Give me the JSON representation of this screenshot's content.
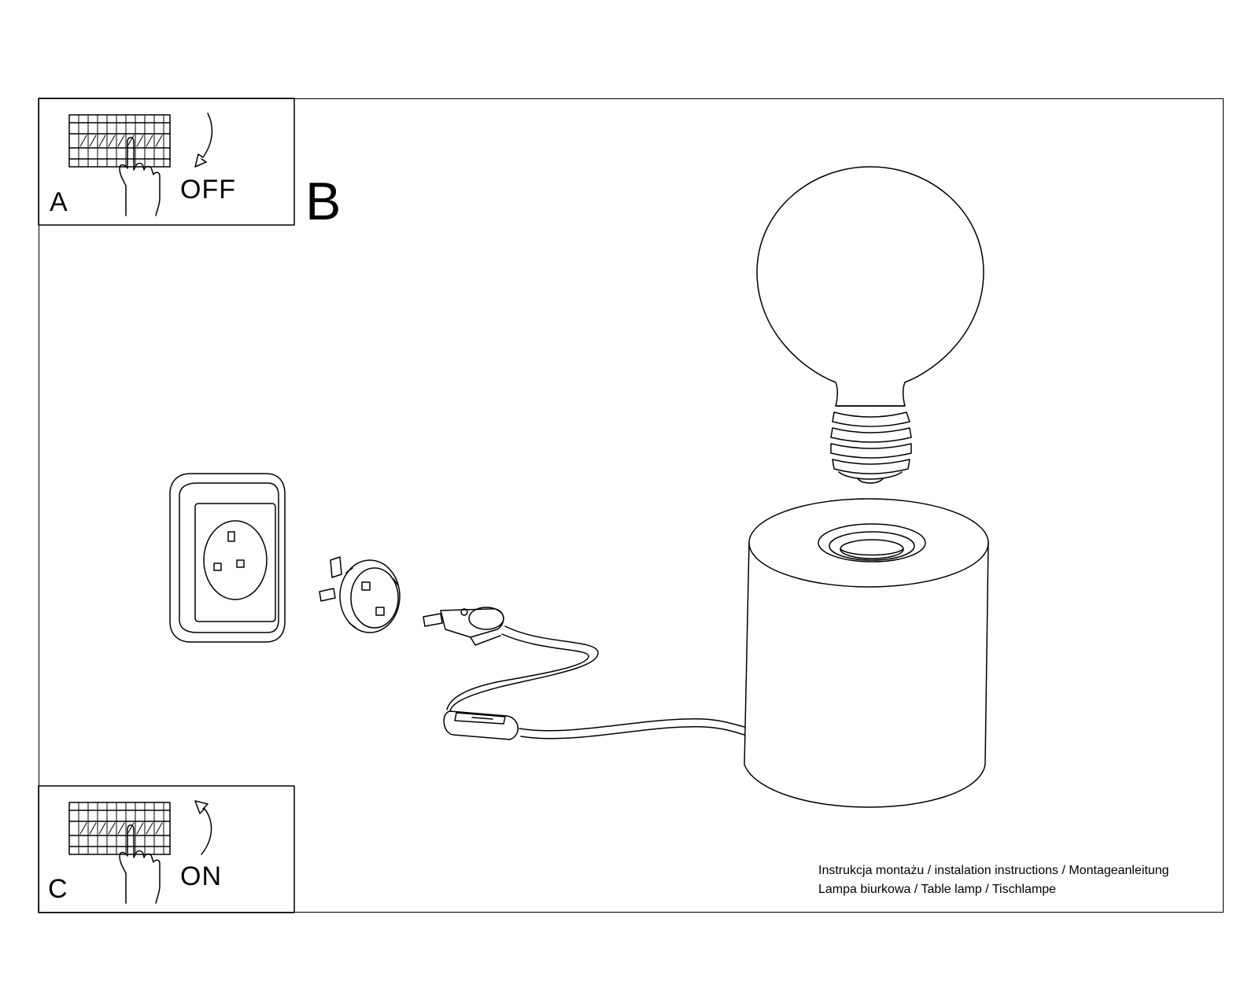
{
  "steps": {
    "a": {
      "letter": "A",
      "action": "OFF"
    },
    "b": {
      "letter": "B"
    },
    "c": {
      "letter": "C",
      "action": "ON"
    }
  },
  "caption": {
    "line1": "Instrukcja montażu / instalation instructions / Montageanleitung",
    "line2": "Lampa biurkowa / Table lamp / Tischlampe"
  },
  "icons": [
    "circuit-breaker-panel-icon",
    "hand-pointer-icon",
    "switch-arrow-icon",
    "wall-socket-icon",
    "plug-adapter-icon",
    "power-plug-icon",
    "inline-switch-icon",
    "light-bulb-icon",
    "lamp-base-icon"
  ],
  "colors": {
    "line": "#000000",
    "background": "#ffffff"
  }
}
